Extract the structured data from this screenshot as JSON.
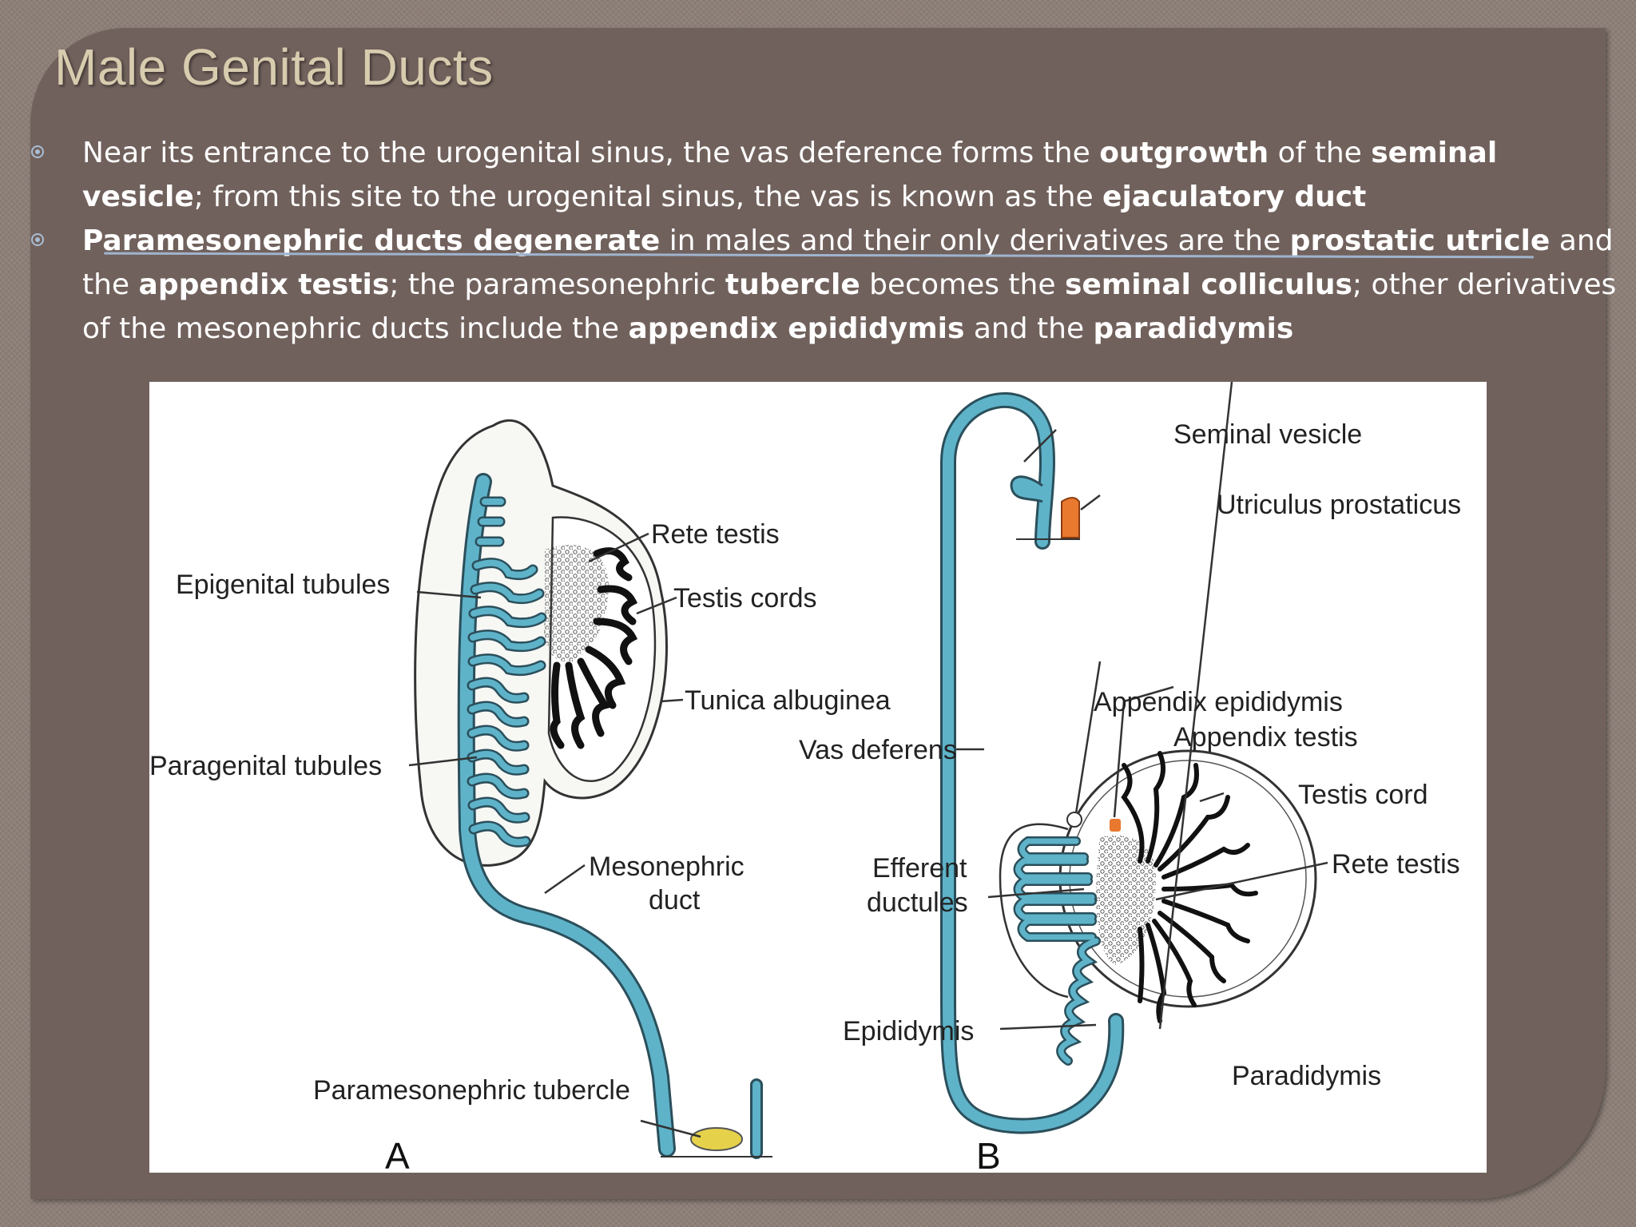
{
  "slide": {
    "title": "Male Genital Ducts",
    "bullets": [
      {
        "lines": [
          [
            {
              "t": "Near its entrance to the urogenital sinus, the vas deference forms the ",
              "b": false
            },
            {
              "t": "outgrowth",
              "b": true
            },
            {
              "t": " of the ",
              "b": false
            },
            {
              "t": "seminal",
              "b": true
            }
          ],
          [
            {
              "t": "vesicle",
              "b": true
            },
            {
              "t": "; from this site to the urogenital sinus, the vas is known as the ",
              "b": false
            },
            {
              "t": "ejaculatory duct",
              "b": true
            }
          ]
        ]
      },
      {
        "lines": [
          [
            {
              "t": "Paramesonephric ducts degenerate",
              "b": true
            },
            {
              "t": " in males and their only derivatives are the ",
              "b": false
            },
            {
              "t": "prostatic utricle",
              "b": true
            },
            {
              "t": " and",
              "b": false
            }
          ],
          [
            {
              "t": "the ",
              "b": false
            },
            {
              "t": "appendix testis",
              "b": true
            },
            {
              "t": "; the paramesonephric ",
              "b": false
            },
            {
              "t": "tubercle",
              "b": true
            },
            {
              "t": " becomes the ",
              "b": false
            },
            {
              "t": "seminal colliculus",
              "b": true
            },
            {
              "t": "; other derivatives",
              "b": false
            }
          ],
          [
            {
              "t": "of the mesonephric ducts include the ",
              "b": false
            },
            {
              "t": "appendix epididymis",
              "b": true
            },
            {
              "t": " and the ",
              "b": false
            },
            {
              "t": "paradidymis",
              "b": true
            }
          ]
        ]
      }
    ]
  },
  "figure": {
    "panel_a": {
      "letter": "A",
      "labels": {
        "rete_testis": "Rete testis",
        "epigenital_tubules": "Epigenital tubules",
        "testis_cords": "Testis cords",
        "tunica_albuginea": "Tunica albuginea",
        "paragenital_tubules": "Paragenital tubules",
        "mesonephric_1": "Mesonephric",
        "mesonephric_2": "duct",
        "paramesonephric_tubercle": "Paramesonephric tubercle"
      }
    },
    "panel_b": {
      "letter": "B",
      "labels": {
        "seminal_vesicle": "Seminal vesicle",
        "utriculus_prostaticus": "Utriculus prostaticus",
        "appendix_epididymis": "Appendix epididymis",
        "appendix_testis": "Appendix testis",
        "vas_deferens": "Vas deferens",
        "testis_cord": "Testis cord",
        "efferent_1": "Efferent",
        "efferent_2": "ductules",
        "rete_testis": "Rete testis",
        "epididymis": "Epididymis",
        "paradidymis": "Paradidymis"
      }
    },
    "colors": {
      "duct": "#5eb3c9",
      "orange": "#e8792f",
      "yellow": "#e6d24a"
    }
  }
}
